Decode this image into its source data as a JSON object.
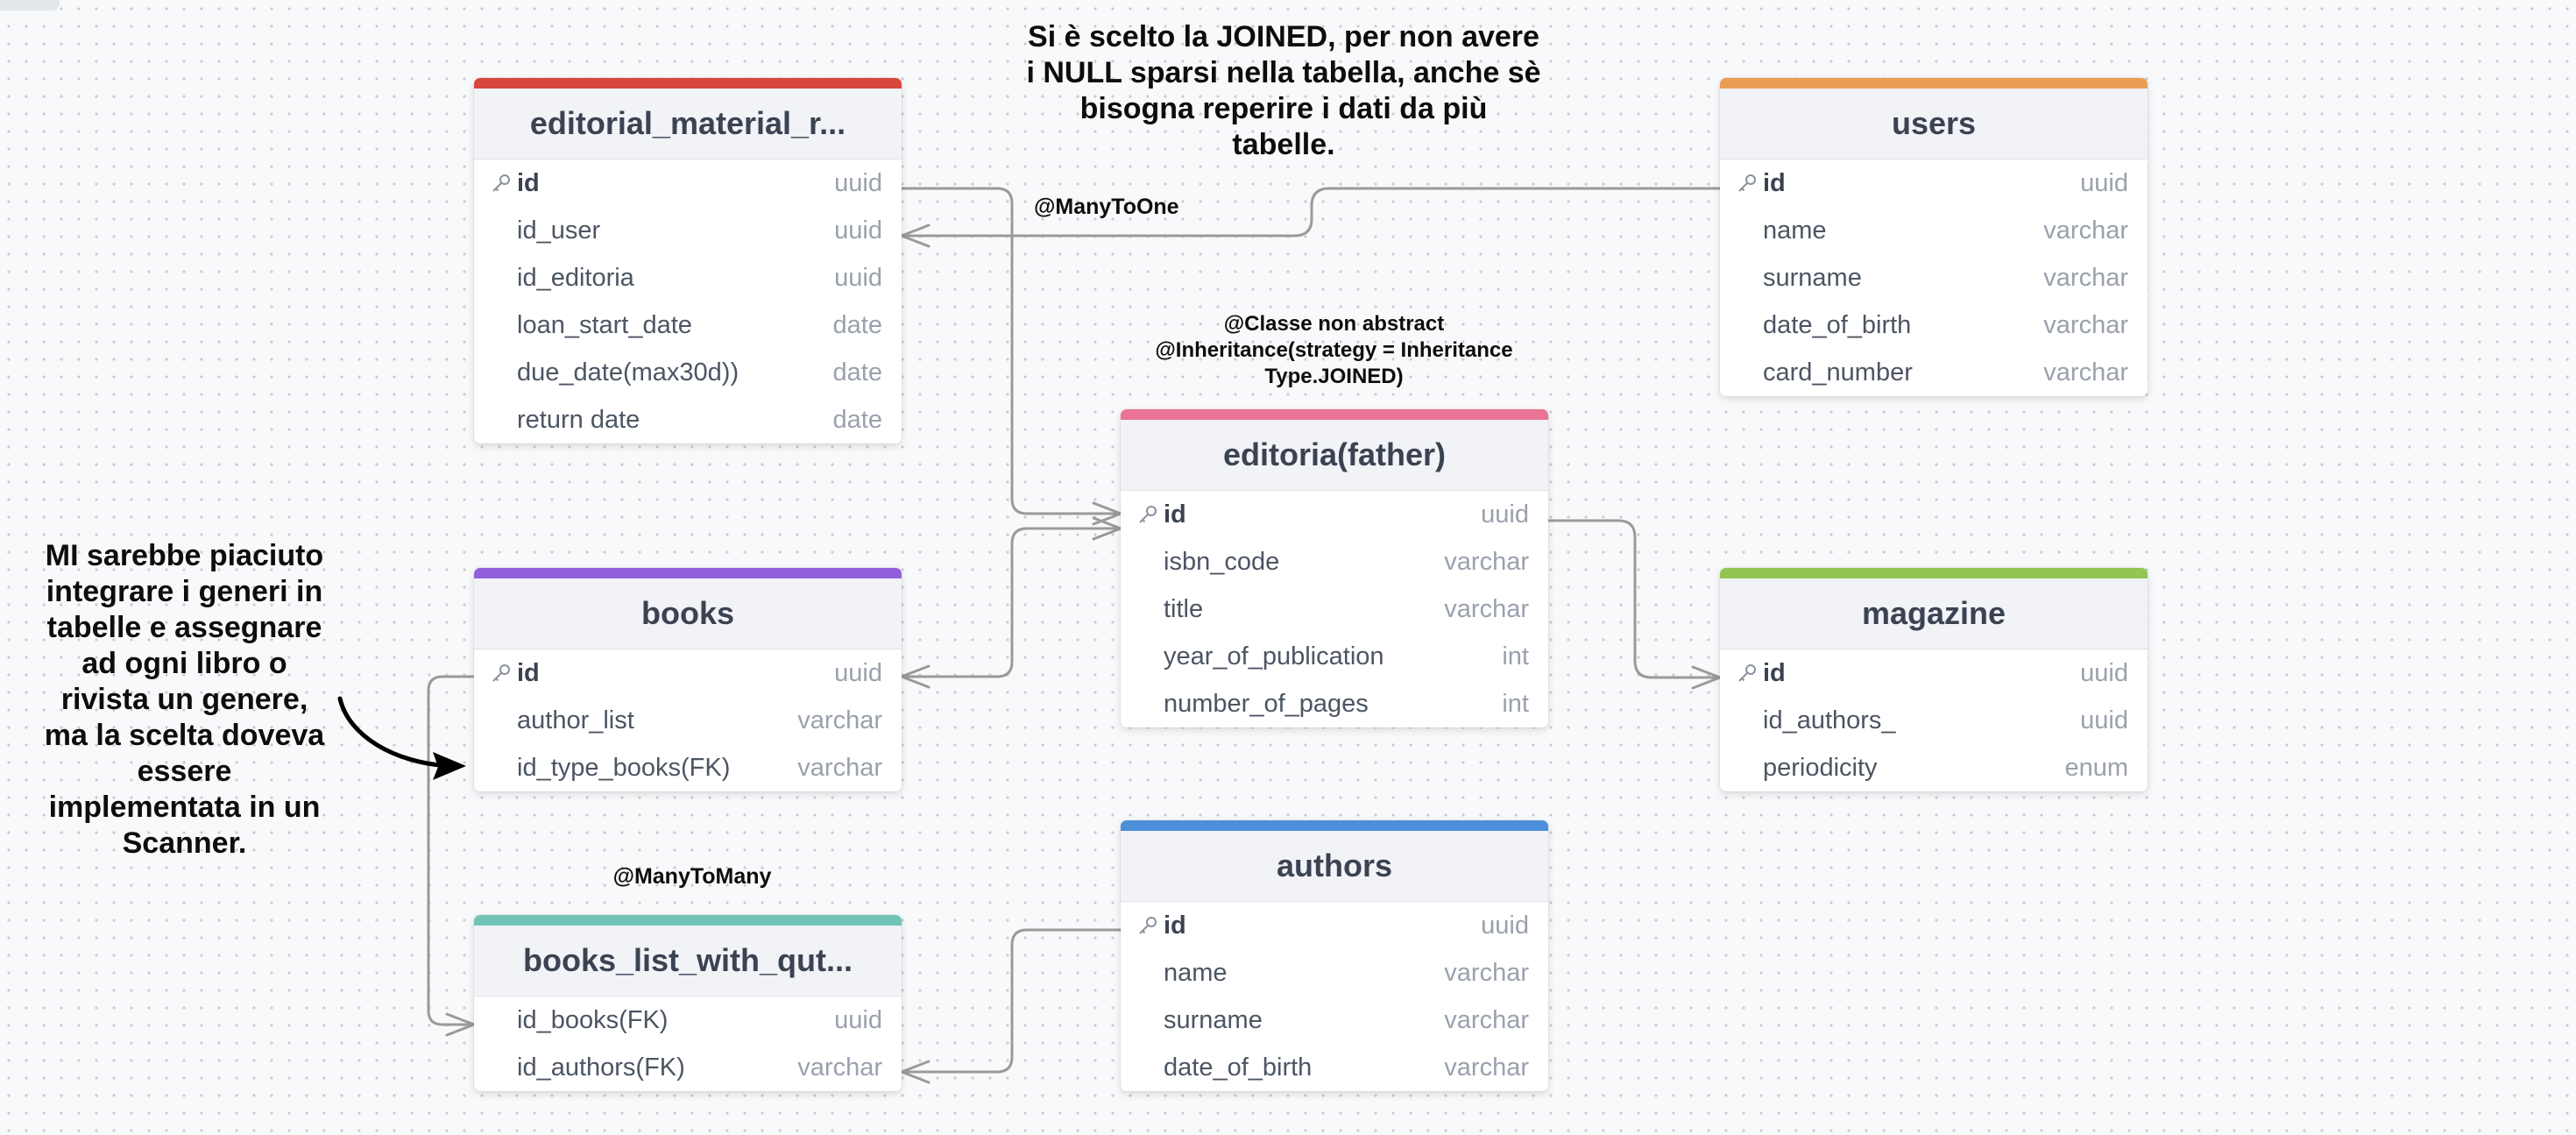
{
  "colors": {
    "editorial": "#d9463c",
    "users": "#ea9c52",
    "editoria": "#e97495",
    "books": "#925fdb",
    "magazine": "#92c651",
    "authors": "#4c8fdb",
    "books_list": "#6fc4b6",
    "connector": "#9a9a9a"
  },
  "tables": {
    "editorial": {
      "title": "editorial_material_r...",
      "fields": [
        {
          "name": "id",
          "type": "uuid",
          "pk": true
        },
        {
          "name": "id_user",
          "type": "uuid"
        },
        {
          "name": "id_editoria",
          "type": "uuid"
        },
        {
          "name": "loan_start_date",
          "type": "date"
        },
        {
          "name": "due_date(max30d))",
          "type": "date"
        },
        {
          "name": "return date",
          "type": "date"
        }
      ]
    },
    "users": {
      "title": "users",
      "fields": [
        {
          "name": "id",
          "type": "uuid",
          "pk": true
        },
        {
          "name": "name",
          "type": "varchar"
        },
        {
          "name": "surname",
          "type": "varchar"
        },
        {
          "name": "date_of_birth",
          "type": "varchar"
        },
        {
          "name": "card_number",
          "type": "varchar"
        }
      ]
    },
    "editoria": {
      "title": "editoria(father)",
      "fields": [
        {
          "name": "id",
          "type": "uuid",
          "pk": true
        },
        {
          "name": "isbn_code",
          "type": "varchar"
        },
        {
          "name": "title",
          "type": "varchar"
        },
        {
          "name": "year_of_publication",
          "type": "int"
        },
        {
          "name": "number_of_pages",
          "type": "int"
        }
      ]
    },
    "books": {
      "title": "books",
      "fields": [
        {
          "name": "id",
          "type": "uuid",
          "pk": true
        },
        {
          "name": "author_list",
          "type": "varchar"
        },
        {
          "name": "id_type_books(FK)",
          "type": "varchar"
        }
      ]
    },
    "magazine": {
      "title": "magazine",
      "fields": [
        {
          "name": "id",
          "type": "uuid",
          "pk": true
        },
        {
          "name": "id_authors_",
          "type": "uuid"
        },
        {
          "name": "periodicity",
          "type": "enum"
        }
      ]
    },
    "authors": {
      "title": "authors",
      "fields": [
        {
          "name": "id",
          "type": "uuid",
          "pk": true
        },
        {
          "name": "name",
          "type": "varchar"
        },
        {
          "name": "surname",
          "type": "varchar"
        },
        {
          "name": "date_of_birth",
          "type": "varchar"
        }
      ]
    },
    "books_list": {
      "title": "books_list_with_qut...",
      "fields": [
        {
          "name": "id_books(FK)",
          "type": "uuid"
        },
        {
          "name": "id_authors(FK)",
          "type": "varchar"
        }
      ]
    }
  },
  "notes": {
    "joined": [
      "Si è scelto la JOINED, per non avere",
      "i NULL sparsi nella tabella, anche sè",
      "bisogna reperire i dati da più",
      "tabelle."
    ],
    "many_to_one": "@ManyToOne",
    "inheritance": [
      "@Classe non abstract",
      "@Inheritance(strategy = Inheritance",
      "Type.JOINED)"
    ],
    "genres": [
      "MI sarebbe piaciuto",
      "integrare i generi in",
      "tabelle e assegnare",
      "ad ogni libro o",
      "rivista un genere,",
      "ma la scelta doveva",
      "essere",
      "implementata in un",
      "Scanner."
    ],
    "many_to_many": "@ManyToMany"
  }
}
